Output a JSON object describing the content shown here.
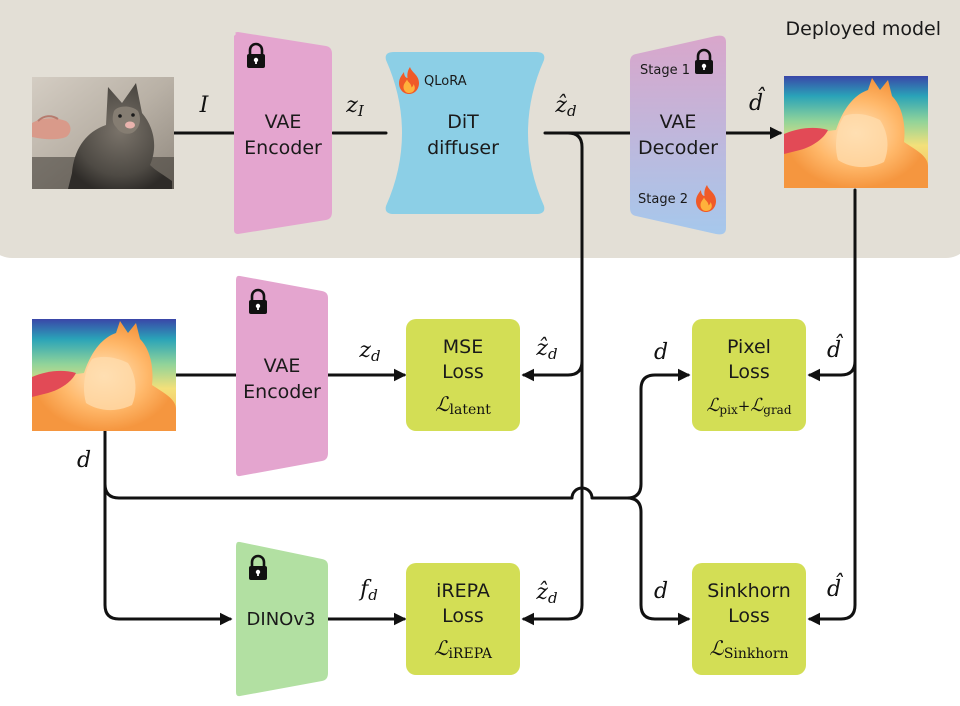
{
  "deployed_label": "Deployed model",
  "blocks": {
    "vae_encoder_top": {
      "line1": "VAE",
      "line2": "Encoder"
    },
    "dit": {
      "line1": "DiT",
      "line2": "diffuser",
      "badge": "QLoRA"
    },
    "vae_decoder": {
      "line1": "VAE",
      "line2": "Decoder",
      "stage1": "Stage 1",
      "stage2": "Stage 2"
    },
    "vae_encoder_bottom": {
      "line1": "VAE",
      "line2": "Encoder"
    },
    "dinov3": {
      "label": "DINOv3"
    },
    "mse_loss": {
      "line1": "MSE",
      "line2": "Loss",
      "sym": "ℒ",
      "sub": "latent"
    },
    "irepa_loss": {
      "line1": "iREPA",
      "line2": "Loss",
      "sym": "ℒ",
      "sub": "iREPA"
    },
    "pixel_loss": {
      "line1": "Pixel",
      "line2": "Loss",
      "sym1": "ℒ",
      "sub1": "pix",
      "plus": "+",
      "sym2": "ℒ",
      "sub2": "grad"
    },
    "sinkhorn_loss": {
      "line1": "Sinkhorn",
      "line2": "Loss",
      "sym": "ℒ",
      "sub": "Sinkhorn"
    }
  },
  "symbols": {
    "I": "I",
    "z": "z",
    "z_sub_I": "I",
    "z_sub_d": "d",
    "zhat": "ẑ",
    "d": "d",
    "dhat": "d̂",
    "f": "f",
    "f_sub_d": "d"
  },
  "colors": {
    "panel": "#e3dfd6",
    "encoder": "#e4a5cf",
    "dit": "#8ccfe6",
    "decoder_top": "#d6a7cc",
    "decoder_bottom": "#a7c6ea",
    "dino": "#b2e0a2",
    "loss": "#d3de55",
    "line": "#111111"
  },
  "icons": {
    "lock": "lock-icon",
    "flame": "flame-icon",
    "photo": "cat-photo-image",
    "depth": "depth-map-image"
  }
}
